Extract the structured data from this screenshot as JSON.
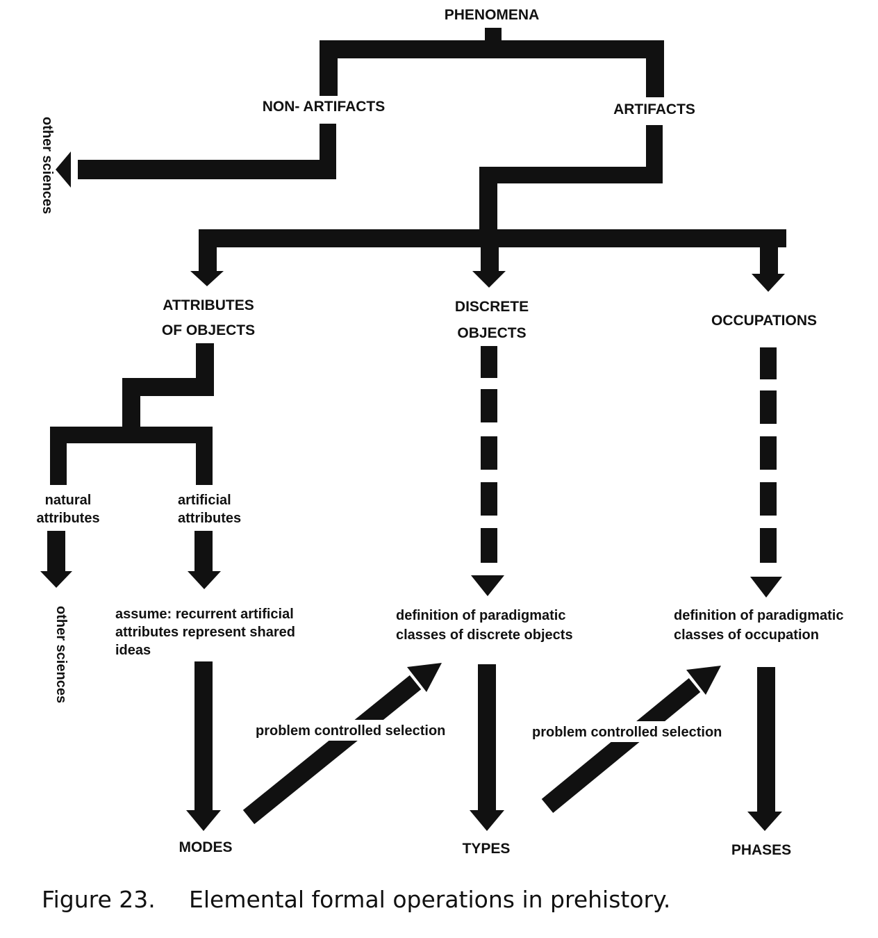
{
  "nodes": {
    "phenomena": "PHENOMENA",
    "non_artifacts": "NON- ARTIFACTS",
    "artifacts": "ARTIFACTS",
    "other_sciences_top": "other sciences",
    "attributes_of_objects": [
      "ATTRIBUTES",
      "OF OBJECTS"
    ],
    "discrete_objects": [
      "DISCRETE",
      "OBJECTS"
    ],
    "occupations": "OCCUPATIONS",
    "natural_attributes": [
      "natural",
      "attributes"
    ],
    "artificial_attributes": [
      "artificial",
      "attributes"
    ],
    "other_sciences_bottom": "other sciences",
    "assume": [
      "assume:  recurrent artificial",
      "attributes represent shared",
      "ideas"
    ],
    "definition_objects": [
      "definition of paradigmatic",
      "classes of discrete objects"
    ],
    "definition_occupation": [
      "definition of paradigmatic",
      "classes of occupation"
    ],
    "problem_left": "problem controlled selection",
    "problem_right": "problem controlled selection",
    "modes": "MODES",
    "types": "TYPES",
    "phases": "PHASES"
  },
  "caption": {
    "figure": "Figure 23.",
    "text": "Elemental formal operations in prehistory."
  },
  "colors": {
    "ink": "#111111",
    "background": "#ffffff"
  }
}
